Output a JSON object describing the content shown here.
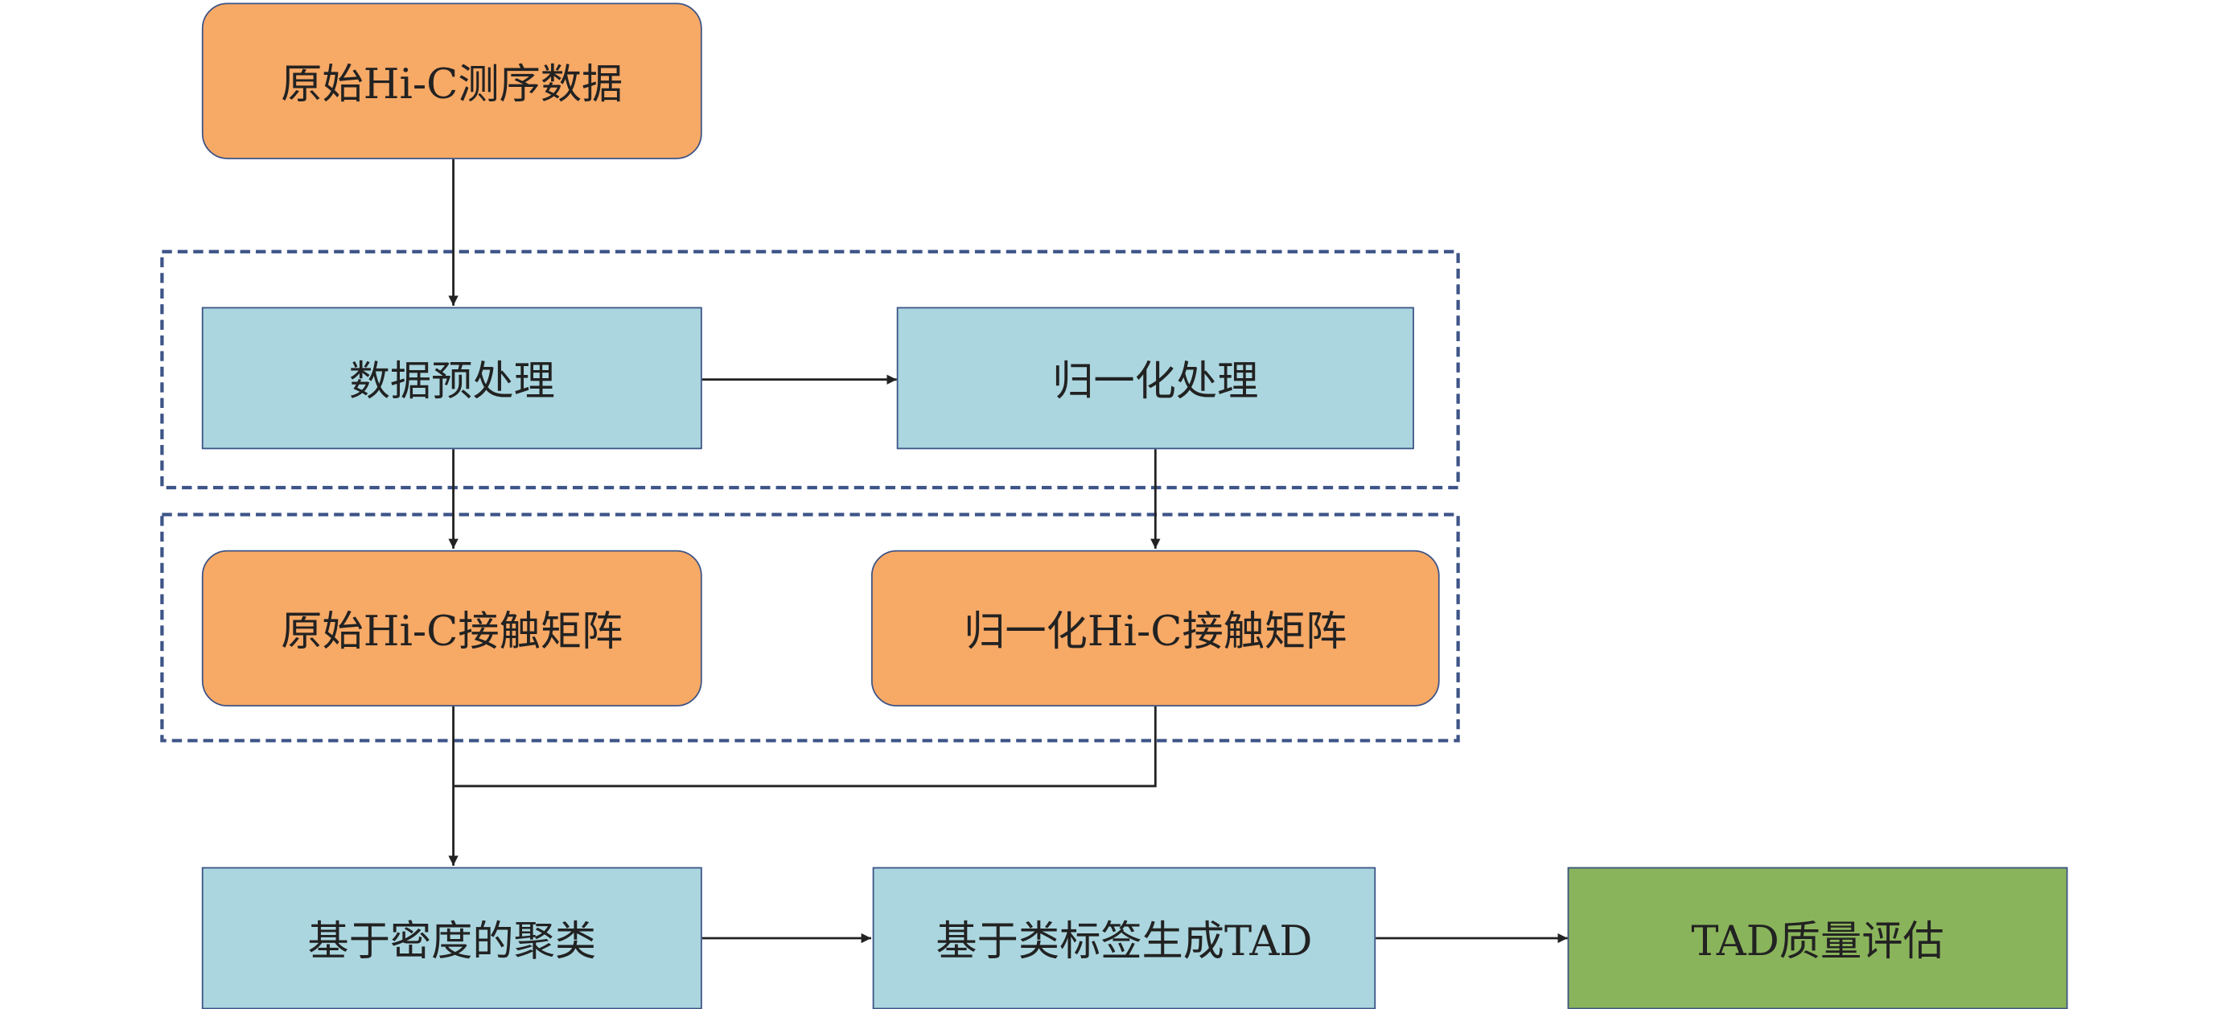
{
  "diagram": {
    "nodes": {
      "raw_data": "原始Hi-C测序数据",
      "preprocess": "数据预处理",
      "normalize": "归一化处理",
      "raw_matrix": "原始Hi-C接触矩阵",
      "norm_matrix": "归一化Hi-C接触矩阵",
      "clustering": "基于密度的聚类",
      "generate_tad": "基于类标签生成TAD",
      "evaluate": "TAD质量评估"
    },
    "edges": [
      [
        "raw_data",
        "preprocess"
      ],
      [
        "preprocess",
        "normalize"
      ],
      [
        "preprocess",
        "raw_matrix"
      ],
      [
        "normalize",
        "norm_matrix"
      ],
      [
        "raw_matrix",
        "clustering"
      ],
      [
        "norm_matrix",
        "clustering"
      ],
      [
        "clustering",
        "generate_tad"
      ],
      [
        "generate_tad",
        "evaluate"
      ]
    ],
    "groups": [
      [
        "preprocess",
        "normalize"
      ],
      [
        "raw_matrix",
        "norm_matrix"
      ]
    ],
    "colors": {
      "orange": "#f7a966",
      "blue": "#abd6df",
      "green": "#8ab45b",
      "border": "#3d5487",
      "arrow": "#222222"
    }
  }
}
